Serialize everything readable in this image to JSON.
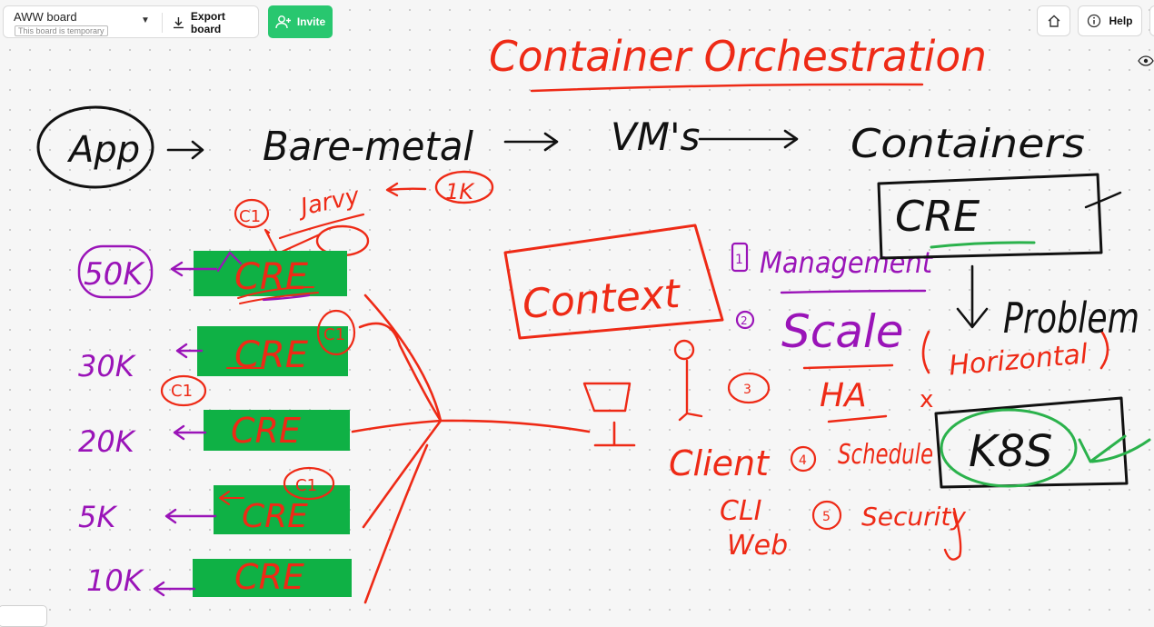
{
  "toolbar": {
    "board_name": "AWW board",
    "board_status": "This board is temporary",
    "export_label": "Export board",
    "invite_label": "Invite",
    "help_label": "Help"
  },
  "colors": {
    "accent_green": "#28c76f",
    "ink_red": "#ee2a16",
    "ink_purple": "#9a14b8",
    "ink_black": "#111111",
    "ink_green": "#2bb24c",
    "fill_green": "#0fb145"
  },
  "icons": [
    "chevron-down-icon",
    "download-icon",
    "add-user-icon",
    "home-icon",
    "info-icon",
    "eye-icon"
  ],
  "canvas": {
    "title": "Container Orchestration",
    "app": "App",
    "bare_metal": "Bare-metal",
    "vms": "VM's",
    "containers": "Containers",
    "one_k": "1K",
    "c1": "C1",
    "jarvy": "Jarvy",
    "cre": "CRE",
    "context": "Context",
    "management": "Management",
    "scale": "Scale",
    "horizontal": "Horizontal",
    "ha": "HA",
    "scheduler": "Schedule",
    "security": "Security",
    "client": "Client",
    "cli": "CLI",
    "web": "Web",
    "problem": "Problem",
    "k8s": "K8S",
    "x": "x",
    "nums": [
      "50K",
      "30K",
      "20K",
      "5K",
      "10K"
    ],
    "bullets": [
      "1",
      "2",
      "3",
      "4",
      "5"
    ]
  }
}
